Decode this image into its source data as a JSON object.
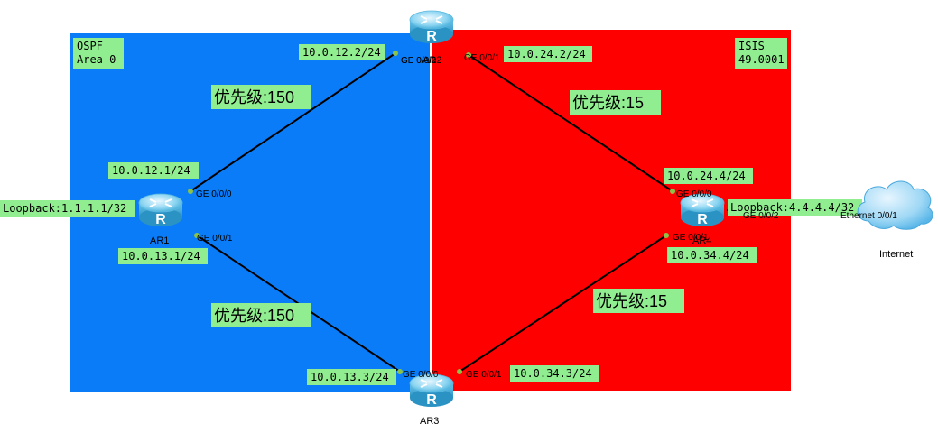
{
  "areas": {
    "ospf": {
      "line1": "OSPF",
      "line2": "Area 0",
      "color": "#0a7cf8"
    },
    "isis": {
      "line1": "ISIS",
      "line2": "49.0001",
      "color": "#ff0000"
    }
  },
  "colors": {
    "label_bg": "#90ee90",
    "link": "#000000",
    "port_dot": "#8bc34a"
  },
  "routers": {
    "ar1": {
      "name": "AR1",
      "icon_letter": "R"
    },
    "ar2": {
      "name": "AR2",
      "icon_letter": "R"
    },
    "ar3": {
      "name": "AR3",
      "icon_letter": "R"
    },
    "ar4": {
      "name": "AR4",
      "icon_letter": "R"
    }
  },
  "internet": {
    "name": "Internet"
  },
  "ports": {
    "ar1_g0": "GE 0/0/0",
    "ar1_g1": "GE 0/0/1",
    "ar2_g0": "GE 0/0/0",
    "ar2_g2": "GE 0/0/2",
    "ar2_g1": "GE 0/0/1",
    "ar3_g0": "GE 0/0/0",
    "ar3_g1": "GE 0/0/1",
    "ar4_g0": "GE 0/0/0",
    "ar4_g1": "GE 0/0/1",
    "ar4_g2": "GE 0/0/2",
    "cloud_eth": "Ethernet 0/0/1"
  },
  "ips": {
    "ar2_12": "10.0.12.2/24",
    "ar2_24": "10.0.24.2/24",
    "ar1_12": "10.0.12.1/24",
    "ar1_13": "10.0.13.1/24",
    "ar1_lo": "Loopback:1.1.1.1/32",
    "ar4_24": "10.0.24.4/24",
    "ar4_34": "10.0.34.4/24",
    "ar4_lo": "Loopback:4.4.4.4/32",
    "ar3_13": "10.0.13.3/24",
    "ar3_34": "10.0.34.3/24"
  },
  "priorities": {
    "ar1_ar2": "优先级:150",
    "ar1_ar3": "优先级:150",
    "ar2_ar4": "优先级:15",
    "ar3_ar4": "优先级:15"
  }
}
